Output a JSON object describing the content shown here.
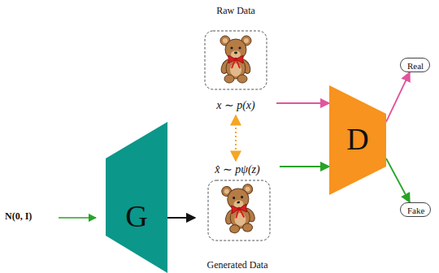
{
  "diagram": {
    "nodes": [
      {
        "text": [
          "Raw Data",
          "x ∼ p(x)"
        ]
      },
      {
        "text": [
          "x̂ ∼ pψ(z)",
          "Generated Data"
        ]
      },
      {
        "text": [
          "G"
        ]
      },
      {
        "text": [
          "D"
        ]
      },
      {
        "text": [
          "Real"
        ]
      },
      {
        "text": [
          "Fake"
        ]
      }
    ],
    "edges": [
      {
        "from": 0,
        "to": 3,
        "arrow": "to"
      },
      {
        "from": 1,
        "to": 3,
        "arrow": "to"
      },
      {
        "from": 3,
        "to": 4,
        "arrow": "to"
      },
      {
        "from": 3,
        "to": 5,
        "arrow": "to"
      },
      {
        "from": 2,
        "to": 1,
        "arrow": "to"
      },
      {
        "from": 0,
        "to": 1,
        "arrow": "both"
      }
    ],
    "labels": [
      "N(0, I)"
    ]
  }
}
